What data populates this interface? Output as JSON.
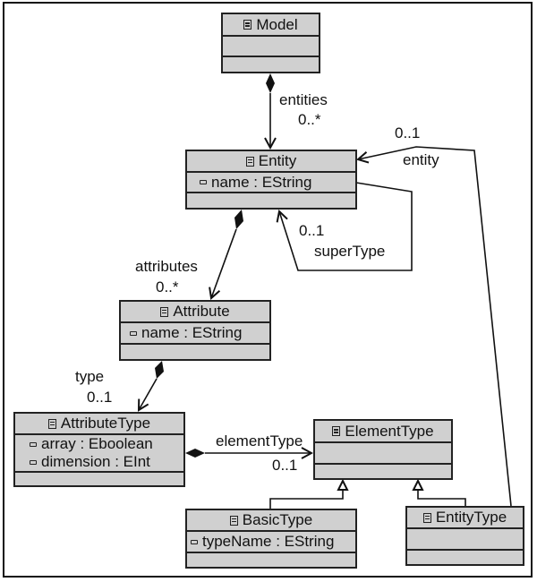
{
  "diagram": {
    "classes": {
      "model": {
        "name": "Model",
        "icon": "class-icon",
        "attributes": []
      },
      "entity": {
        "name": "Entity",
        "icon": "class-icon",
        "attributes": [
          {
            "icon": "attribute-icon",
            "text": "name : EString"
          }
        ]
      },
      "attribute": {
        "name": "Attribute",
        "icon": "class-icon",
        "attributes": [
          {
            "icon": "attribute-icon",
            "text": "name : EString"
          }
        ]
      },
      "attribute_type": {
        "name": "AttributeType",
        "icon": "class-icon",
        "attributes": [
          {
            "icon": "attribute-icon",
            "text": "array : Eboolean"
          },
          {
            "icon": "attribute-icon",
            "text": "dimension : EInt"
          }
        ]
      },
      "element_type": {
        "name": "ElementType",
        "icon": "class-icon",
        "attributes": []
      },
      "basic_type": {
        "name": "BasicType",
        "icon": "class-icon",
        "attributes": [
          {
            "icon": "attribute-icon",
            "text": "typeName : EString"
          }
        ]
      },
      "entity_type": {
        "name": "EntityType",
        "icon": "class-icon",
        "attributes": []
      }
    },
    "associations": {
      "entities": {
        "role": "entities",
        "multiplicity": "0..*",
        "from": "Model",
        "to": "Entity",
        "kind": "composition"
      },
      "super_type": {
        "role": "superType",
        "multiplicity": "0..1",
        "from": "Entity",
        "to": "Entity",
        "kind": "reference"
      },
      "entity": {
        "role": "entity",
        "multiplicity": "0..1",
        "from": "EntityType",
        "to": "Entity",
        "kind": "reference"
      },
      "attributes": {
        "role": "attributes",
        "multiplicity": "0..*",
        "from": "Entity",
        "to": "Attribute",
        "kind": "composition"
      },
      "type": {
        "role": "type",
        "multiplicity": "0..1",
        "from": "Attribute",
        "to": "AttributeType",
        "kind": "composition"
      },
      "element_type": {
        "role": "elementType",
        "multiplicity": "0..1",
        "from": "AttributeType",
        "to": "ElementType",
        "kind": "composition"
      }
    },
    "generalizations": [
      {
        "child": "BasicType",
        "parent": "ElementType"
      },
      {
        "child": "EntityType",
        "parent": "ElementType"
      }
    ]
  }
}
